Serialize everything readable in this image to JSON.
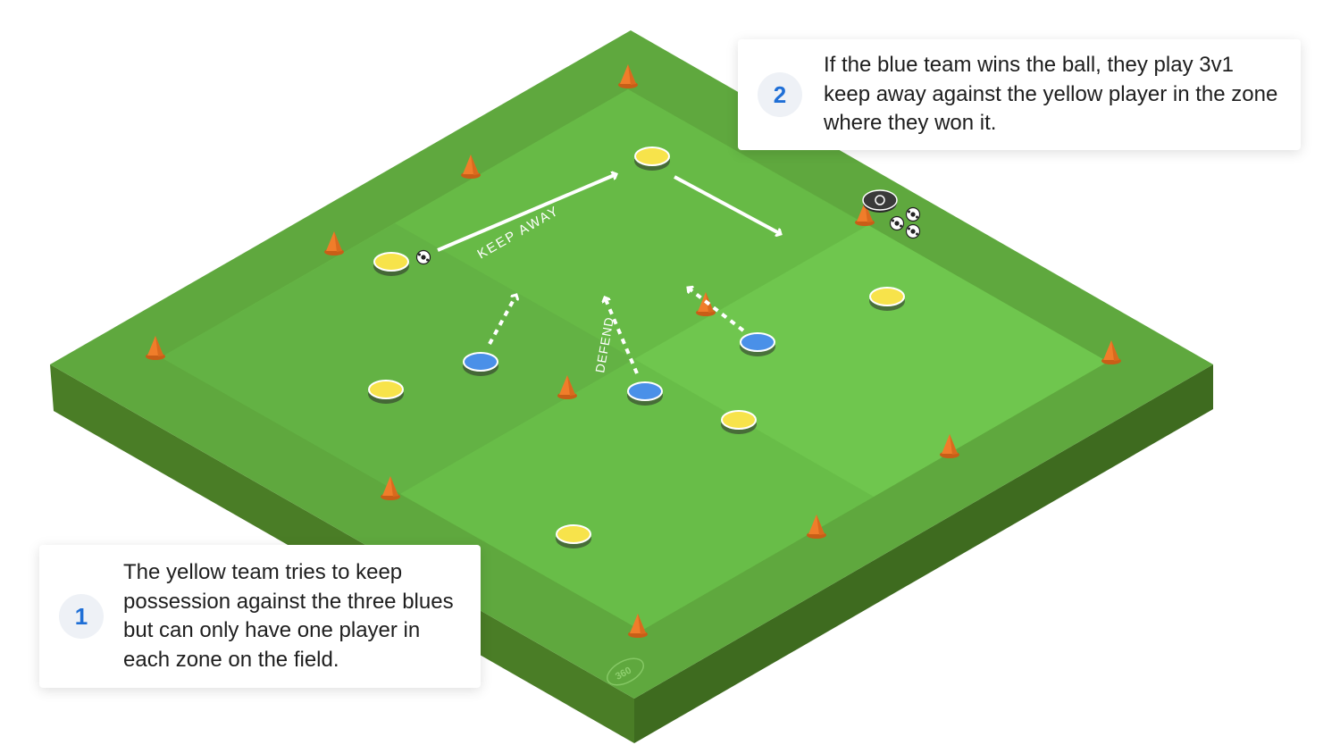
{
  "field": {
    "colors": {
      "top": "#5fa83e",
      "inner": "#6cc14b",
      "inner_alt": "#64b544",
      "side_left": "#4a7d26",
      "side_right": "#3e6b1f",
      "cone": "#f07d2a",
      "yellow": "#f7e34b",
      "blue": "#4a90e8",
      "arrow": "#ffffff"
    },
    "labels": {
      "keep_away": "KEEP AWAY",
      "defend": "DEFEND"
    },
    "icons": [
      "cone-icon",
      "ball-icon",
      "coach-icon",
      "player-marker-icon",
      "logo-360-icon"
    ]
  },
  "callouts": [
    {
      "number": "1",
      "text": "The yellow team tries to keep possession against the three blues but can only have one player in each zone on the field."
    },
    {
      "number": "2",
      "text": "If the blue team wins the ball, they play 3v1 keep away against the yellow player in the zone where they won it."
    }
  ]
}
